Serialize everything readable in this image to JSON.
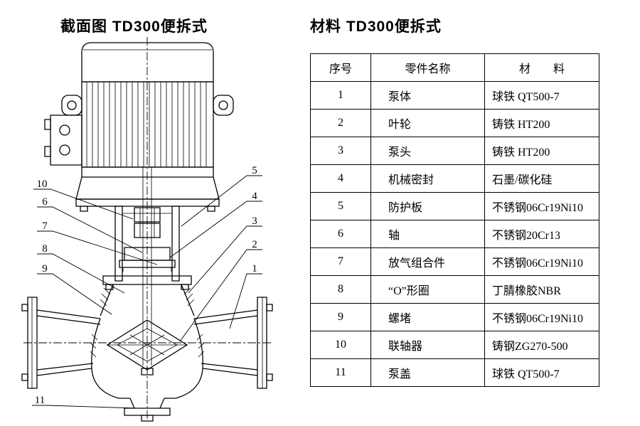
{
  "page": {
    "background": "#ffffff",
    "ink": "#000000"
  },
  "drawing": {
    "title": "截面图 TD300便拆式",
    "callouts": [
      "10",
      "6",
      "7",
      "8",
      "9",
      "11",
      "5",
      "4",
      "3",
      "2",
      "1"
    ]
  },
  "table": {
    "title": "材料 TD300便拆式",
    "headers": [
      "序号",
      "零件名称",
      "材　　料"
    ],
    "rows": [
      {
        "no": "1",
        "name": "泵体",
        "material": "球铁 QT500-7"
      },
      {
        "no": "2",
        "name": "叶轮",
        "material": "铸铁 HT200"
      },
      {
        "no": "3",
        "name": "泵头",
        "material": "铸铁 HT200"
      },
      {
        "no": "4",
        "name": "机械密封",
        "material": "石墨/碳化硅"
      },
      {
        "no": "5",
        "name": "防护板",
        "material": "不锈钢06Cr19Ni10"
      },
      {
        "no": "6",
        "name": "轴",
        "material": "不锈钢20Cr13"
      },
      {
        "no": "7",
        "name": "放气组合件",
        "material": "不锈钢06Cr19Ni10"
      },
      {
        "no": "8",
        "name": "“O”形圈",
        "material": "丁腈橡胶NBR"
      },
      {
        "no": "9",
        "name": "螺堵",
        "material": "不锈钢06Cr19Ni10"
      },
      {
        "no": "10",
        "name": "联轴器",
        "material": "铸钢ZG270-500"
      },
      {
        "no": "11",
        "name": "泵盖",
        "material": "球铁 QT500-7"
      }
    ]
  }
}
